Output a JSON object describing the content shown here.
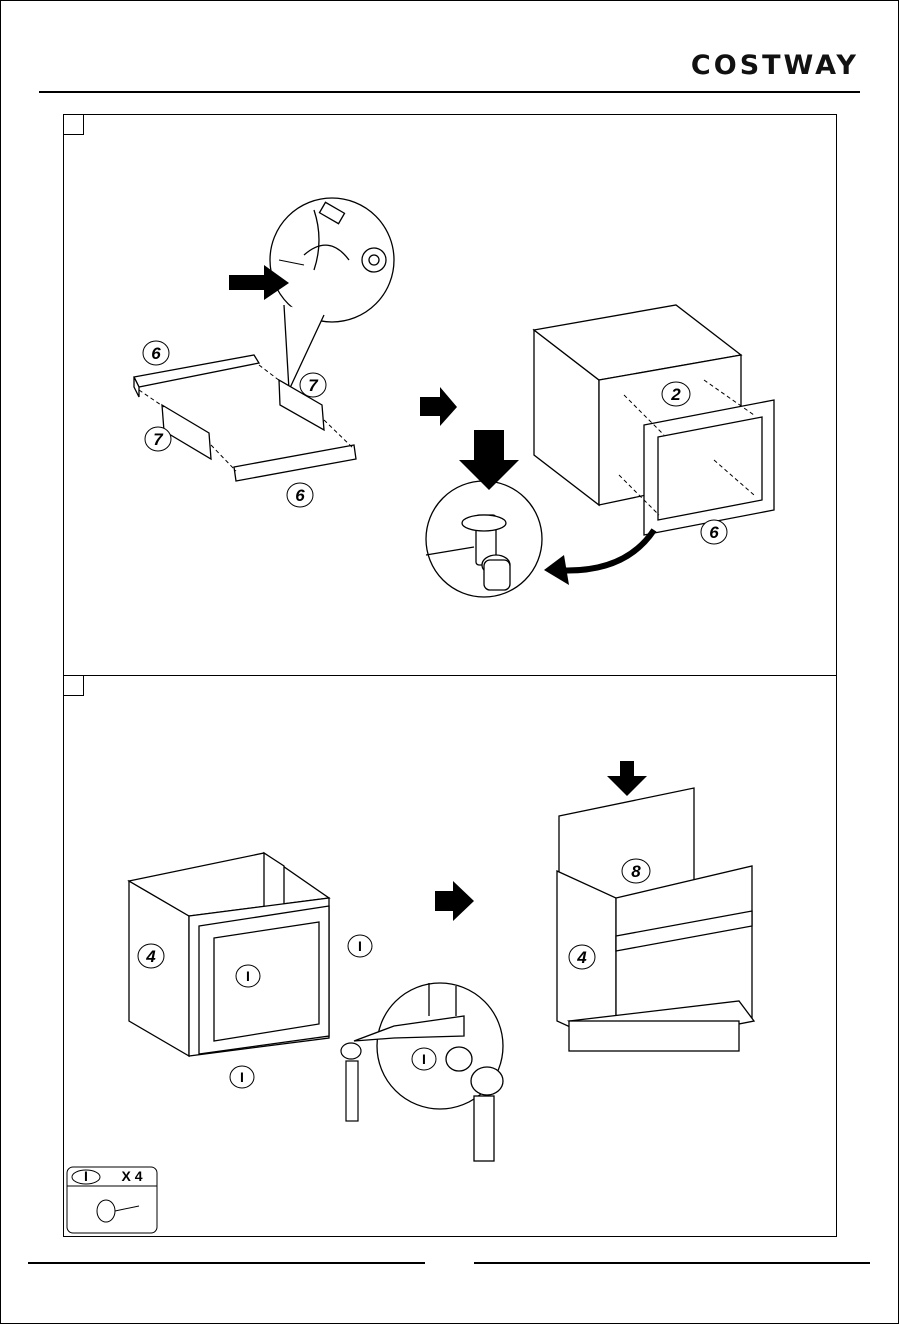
{
  "header": {
    "brand": "COSTWAY"
  },
  "steps": [
    {
      "number": "",
      "part_labels": {
        "top_rail": "6",
        "bottom_rail": "6",
        "right_end": "7",
        "left_end": "7",
        "back_panel": "2",
        "frame_label": "6"
      }
    },
    {
      "number": "",
      "part_labels": {
        "side_left": "4",
        "side_right": "4",
        "insert_panel": "8"
      },
      "hardware_labels": {
        "h1": "I",
        "h2": "I",
        "h3": "I",
        "h4": "I"
      },
      "hardware_legend": {
        "code": "I",
        "quantity": "X 4"
      }
    }
  ],
  "footer": {
    "page_number": ""
  }
}
